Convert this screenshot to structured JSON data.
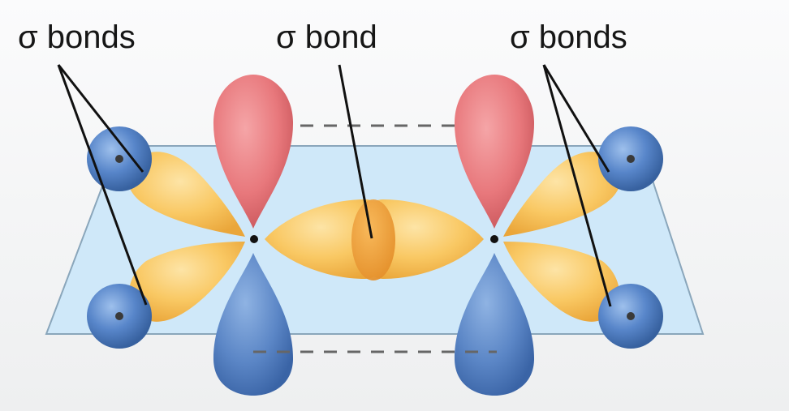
{
  "labels": {
    "left": "σ bonds",
    "center": "σ bond",
    "right": "σ bonds"
  },
  "colors": {
    "plane_fill": "#cce7f8",
    "plane_stroke": "#8aa6bb",
    "sp2_lobe": "#f7bf52",
    "p_orbital_top": "#e8787c",
    "p_orbital_bottom": "#4f7fbf",
    "hydrogen": "#4d7fc7",
    "leader_line": "#111111",
    "pi_dash": "#666666"
  }
}
